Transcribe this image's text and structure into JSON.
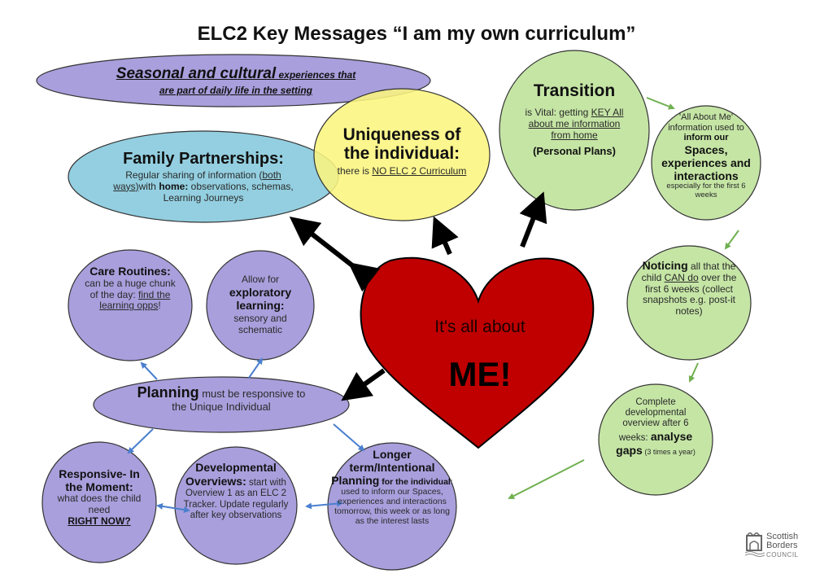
{
  "title": "ELC2 Key Messages “I am my own curriculum”",
  "colors": {
    "purple": "#a89fdc",
    "blue": "#93cfe0",
    "yellow": "#fbf57e",
    "green": "#c5e5a5",
    "heart_red": "#c00000",
    "green_arrow": "#70b050",
    "blue_arrow": "#4a7fcf"
  },
  "seasonal": {
    "heading": "Seasonal and cultural",
    "text1": " experiences that",
    "text2": "are part of daily life in the setting"
  },
  "family": {
    "heading": "Family Partnerships:",
    "text1": "Regular sharing of information (",
    "link1": "both ways)",
    "text2": "with ",
    "bold": "home:",
    "text3": " observations, schemas, Learning Journeys"
  },
  "uniqueness": {
    "heading": "Uniqueness of the individual:",
    "text1": "there is ",
    "underlined": "NO ELC 2 Curriculum"
  },
  "transition": {
    "heading": "Transition",
    "text1": "is Vital: getting ",
    "underlined": "KEY All about me information from home",
    "footer": "(Personal Plans)"
  },
  "all_about_me": {
    "text1": "'All About Me' information used to ",
    "bold1": "inform our",
    "big": "Spaces, experiences and interactions",
    "text2": "especially for the first 6 weeks"
  },
  "noticing": {
    "bold": "Noticing",
    "text1": " all that the child ",
    "underlined": "CAN do",
    "text2": " over the first 6 weeks (collect snapshots e.g. post-it notes)"
  },
  "complete": {
    "text1": "Complete developmental overview after 6 weeks: ",
    "bold": "analyse gaps",
    "small": " (3 times a year)"
  },
  "heart": {
    "line1": "It's all about",
    "line2": "ME!"
  },
  "care": {
    "bold": "Care Routines:",
    "text1": " can be a huge chunk of the day: ",
    "underlined": "find the learning opps",
    "text2": "!"
  },
  "exploratory": {
    "text1": "Allow for",
    "bold": "exploratory learning:",
    "text2": "sensory and schematic"
  },
  "planning": {
    "bold": "Planning",
    "text1": " must be responsive to the Unique Individual"
  },
  "responsive": {
    "bold": "Responsive- In the Moment:",
    "text1": "what does the child need",
    "underlined": "RIGHT NOW?"
  },
  "developmental": {
    "bold": "Developmental Overviews:",
    "text1": " start with Overview 1 as an ELC 2 Tracker. Update regularly after key observations"
  },
  "longer": {
    "bold": "Longer term/Intentional Planning",
    "small_bold": " for the individual",
    "text1": ": used to inform our Spaces, experiences and interactions tomorrow, this week or as long as the interest lasts"
  },
  "logo": {
    "line1": "Scottish",
    "line2": "Borders",
    "line3": "COUNCIL"
  }
}
